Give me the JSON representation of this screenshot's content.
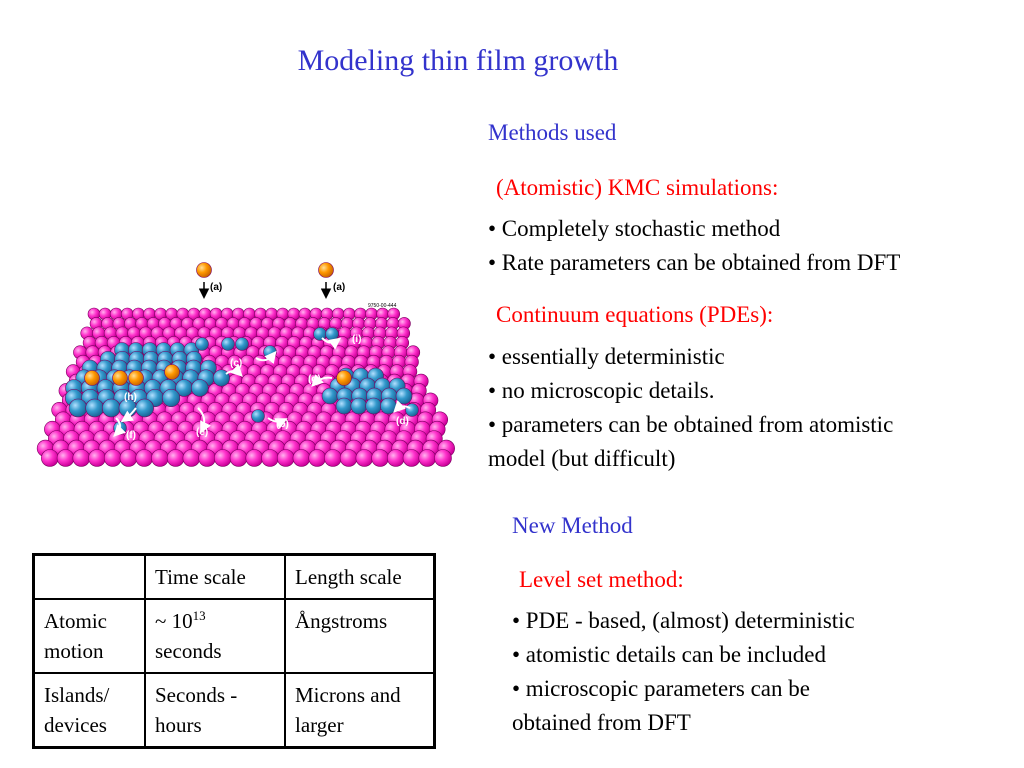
{
  "title": "Modeling thin film growth",
  "methods": {
    "heading": "Methods used",
    "kmc": {
      "heading": "(Atomistic) KMC simulations:",
      "bullets": [
        "• Completely stochastic method",
        "• Rate parameters can be obtained from DFT"
      ]
    },
    "continuum": {
      "heading": "Continuum equations (PDEs):",
      "bullets": [
        "• essentially deterministic",
        "• no microscopic details.",
        "• parameters can be obtained from atomistic",
        "model (but difficult)"
      ]
    }
  },
  "new_method": {
    "heading": "New Method",
    "level_set": {
      "heading": "Level set method:",
      "bullets": [
        "• PDE - based, (almost) deterministic",
        "• atomistic details can be included",
        "• microscopic parameters can be",
        "obtained from DFT"
      ]
    }
  },
  "diagram": {
    "labels": {
      "a1": "(a)",
      "a2": "(a)",
      "b": "(b)",
      "c": "(c)",
      "d": "(d)",
      "e": "(e)",
      "f": "(f)",
      "g": "(g)",
      "h": "(h)",
      "i": "(i)",
      "code": "9750-00-444"
    },
    "colors": {
      "substrate": "#ff33cc",
      "island": "#3399cc",
      "adatom": "#ff9900"
    }
  },
  "table": {
    "header": [
      "",
      "Time scale",
      "Length scale"
    ],
    "rows": [
      {
        "label": "Atomic motion",
        "time_prefix": "~ 10",
        "time_exp": "13",
        "time_suffix": "seconds",
        "length": "Ångstroms"
      },
      {
        "label": "Islands/ devices",
        "time": "Seconds - hours",
        "length": "Microns and larger"
      }
    ]
  }
}
